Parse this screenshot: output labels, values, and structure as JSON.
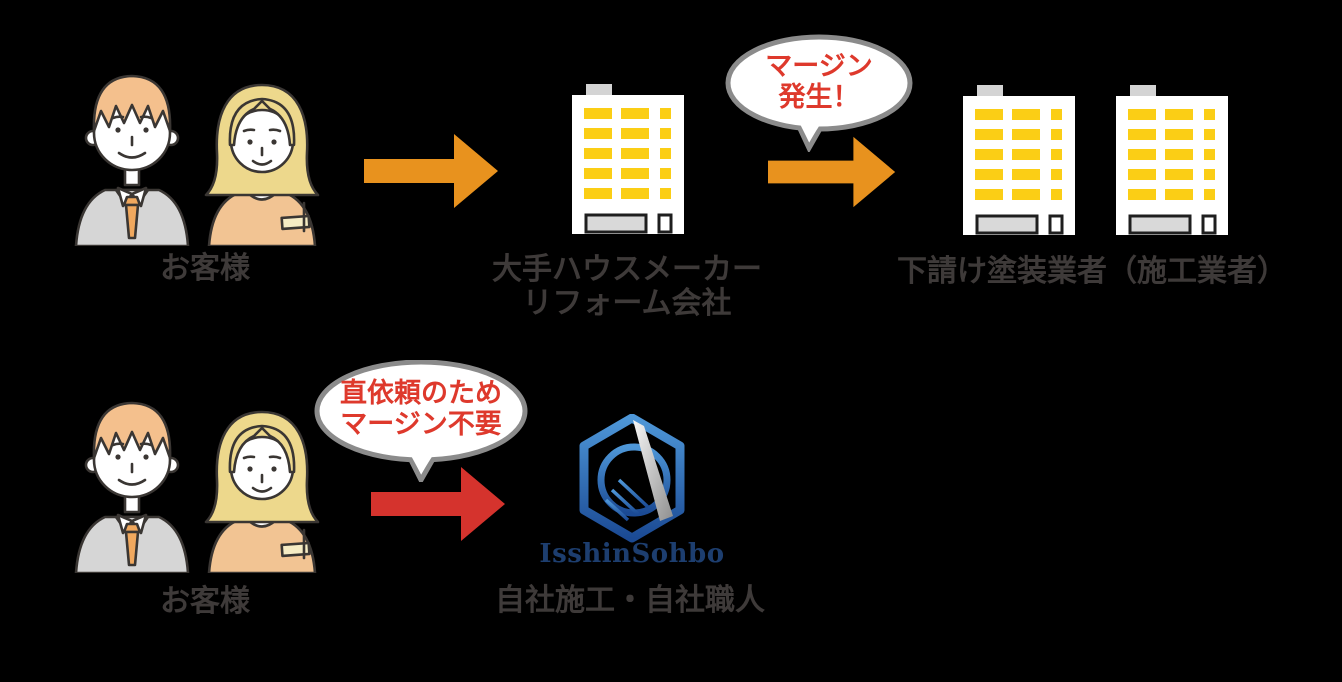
{
  "colors": {
    "background": "#000000",
    "label_text": "#3e3a39",
    "bubble_text_red": "#de392c",
    "bubble_border_gray": "#8b8b8b",
    "orange_arrow": "#e8921e",
    "red_arrow": "#d5332d",
    "window_yellow": "#fbce15",
    "building_white": "#ffffff",
    "logo_navy": "#1d3e6f",
    "man_shirt_gray": "#d6d6d6",
    "man_hair_orange": "#f4c08d",
    "woman_hair_blonde": "#edd88c",
    "woman_top_peach": "#f2c493",
    "tie_orange": "#f0a85e"
  },
  "icons": {
    "customer_couple": "couple-illustration",
    "office_building": "building-with-yellow-windows",
    "arrow_right": "solid-right-arrow",
    "speech_bubble": "oval-speech-bubble",
    "company_logo": "blue-hexagon-brush-logo"
  },
  "top_flow": {
    "customer": {
      "label": "お客様"
    },
    "company": {
      "label_line1": "大手ハウスメーカー",
      "label_line2": "リフォーム会社"
    },
    "margin_bubble": {
      "line1": "マージン",
      "line2": "発生！"
    },
    "subcontractor": {
      "label": "下請け塗装業者（施工業者）"
    }
  },
  "bottom_flow": {
    "customer": {
      "label": "お客様"
    },
    "direct_bubble": {
      "line1": "直依頼のため",
      "line2": "マージン不要"
    },
    "company": {
      "logo_text": "IsshinSohbo",
      "label": "自社施工・自社職人"
    }
  }
}
